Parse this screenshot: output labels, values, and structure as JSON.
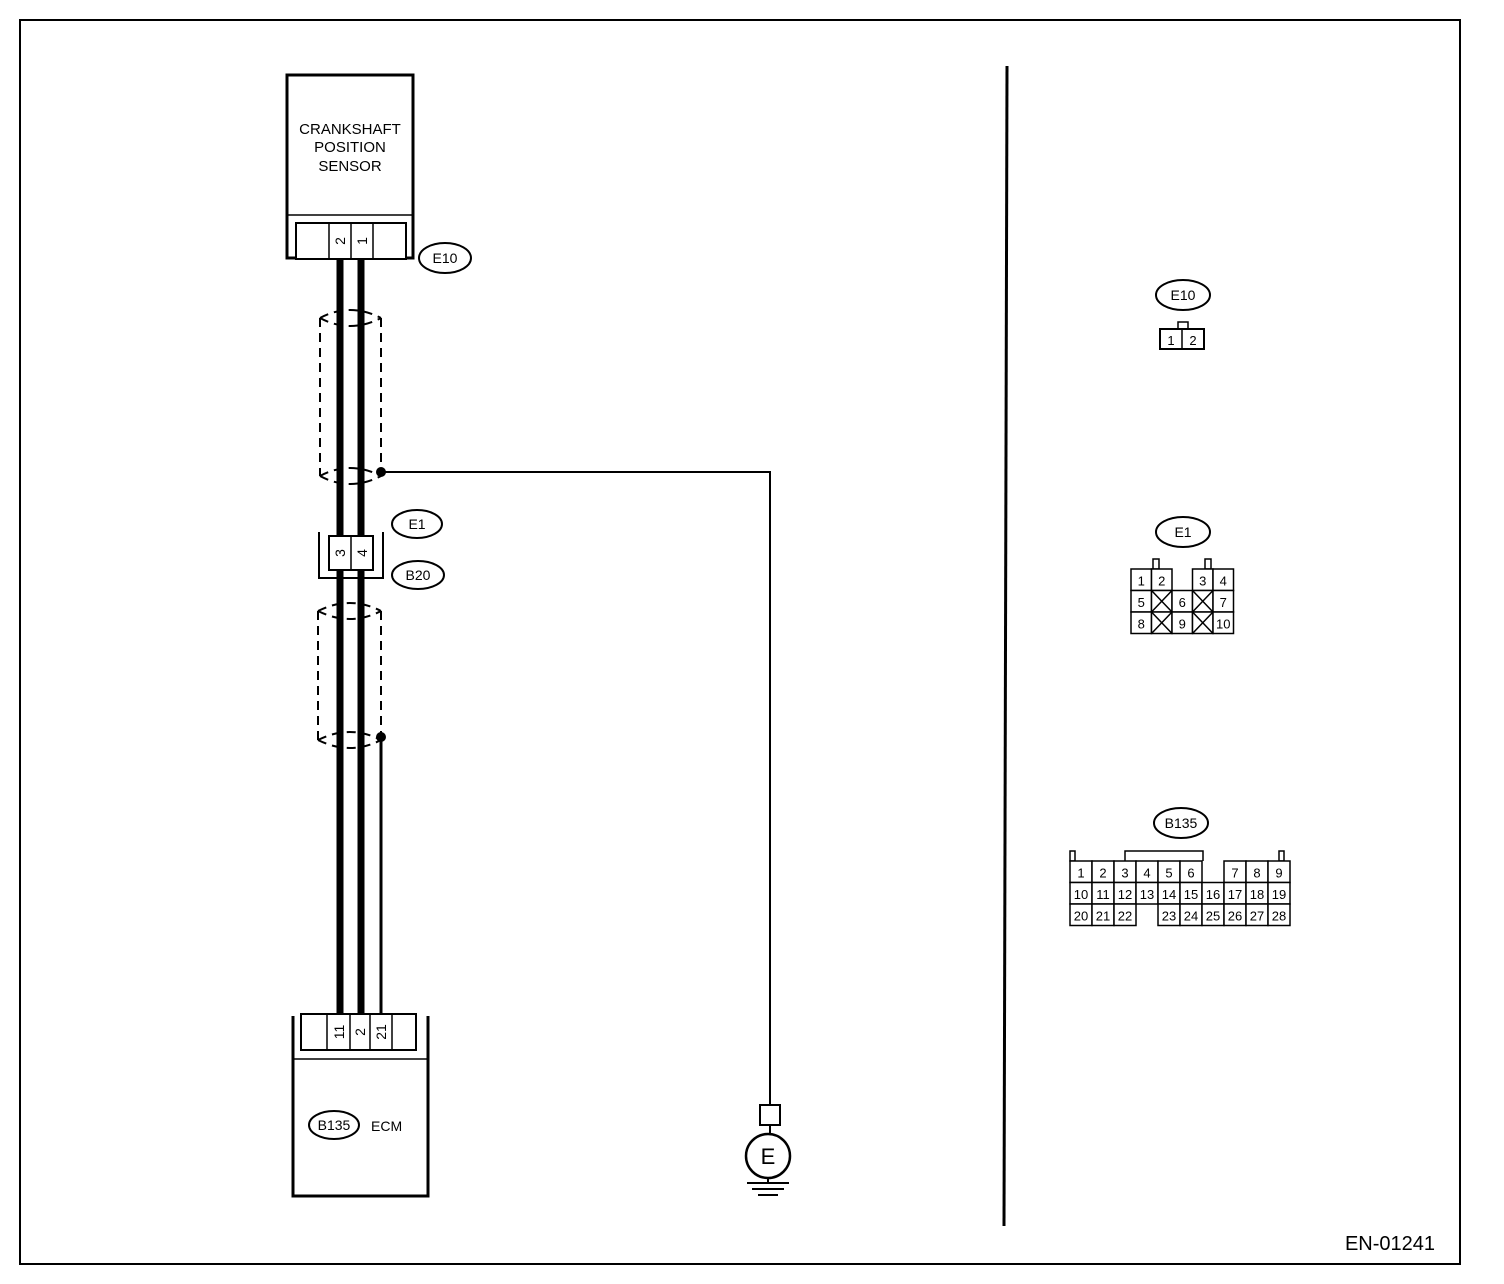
{
  "sensor": {
    "line1": "CRANKSHAFT",
    "line2": "POSITION",
    "line3": "SENSOR"
  },
  "sensor_connector": {
    "id": "E10",
    "pins": [
      "2",
      "1"
    ]
  },
  "joint_connector": {
    "id_top": "E1",
    "id_bottom": "B20",
    "pins": [
      "3",
      "4"
    ]
  },
  "ecm": {
    "connector_id": "B135",
    "label": "ECM",
    "pins": [
      "11",
      "2",
      "21"
    ]
  },
  "ground": {
    "label": "E"
  },
  "views": {
    "e10": {
      "id": "E10",
      "pins": [
        "1",
        "2"
      ]
    },
    "e1": {
      "id": "E1",
      "rows": [
        [
          "1",
          "2",
          "",
          "3",
          "4"
        ],
        [
          "5",
          "X",
          "6",
          "X",
          "7"
        ],
        [
          "8",
          "X",
          "9",
          "X",
          "10"
        ]
      ]
    },
    "b135": {
      "id": "B135",
      "rows": [
        [
          "1",
          "2",
          "3",
          "4",
          "5",
          "6",
          "",
          "7",
          "8",
          "9"
        ],
        [
          "10",
          "11",
          "12",
          "13",
          "14",
          "15",
          "16",
          "17",
          "18",
          "19"
        ],
        [
          "20",
          "21",
          "22",
          "",
          "23",
          "24",
          "25",
          "26",
          "27",
          "28"
        ]
      ]
    }
  },
  "figure_code": "EN-01241"
}
